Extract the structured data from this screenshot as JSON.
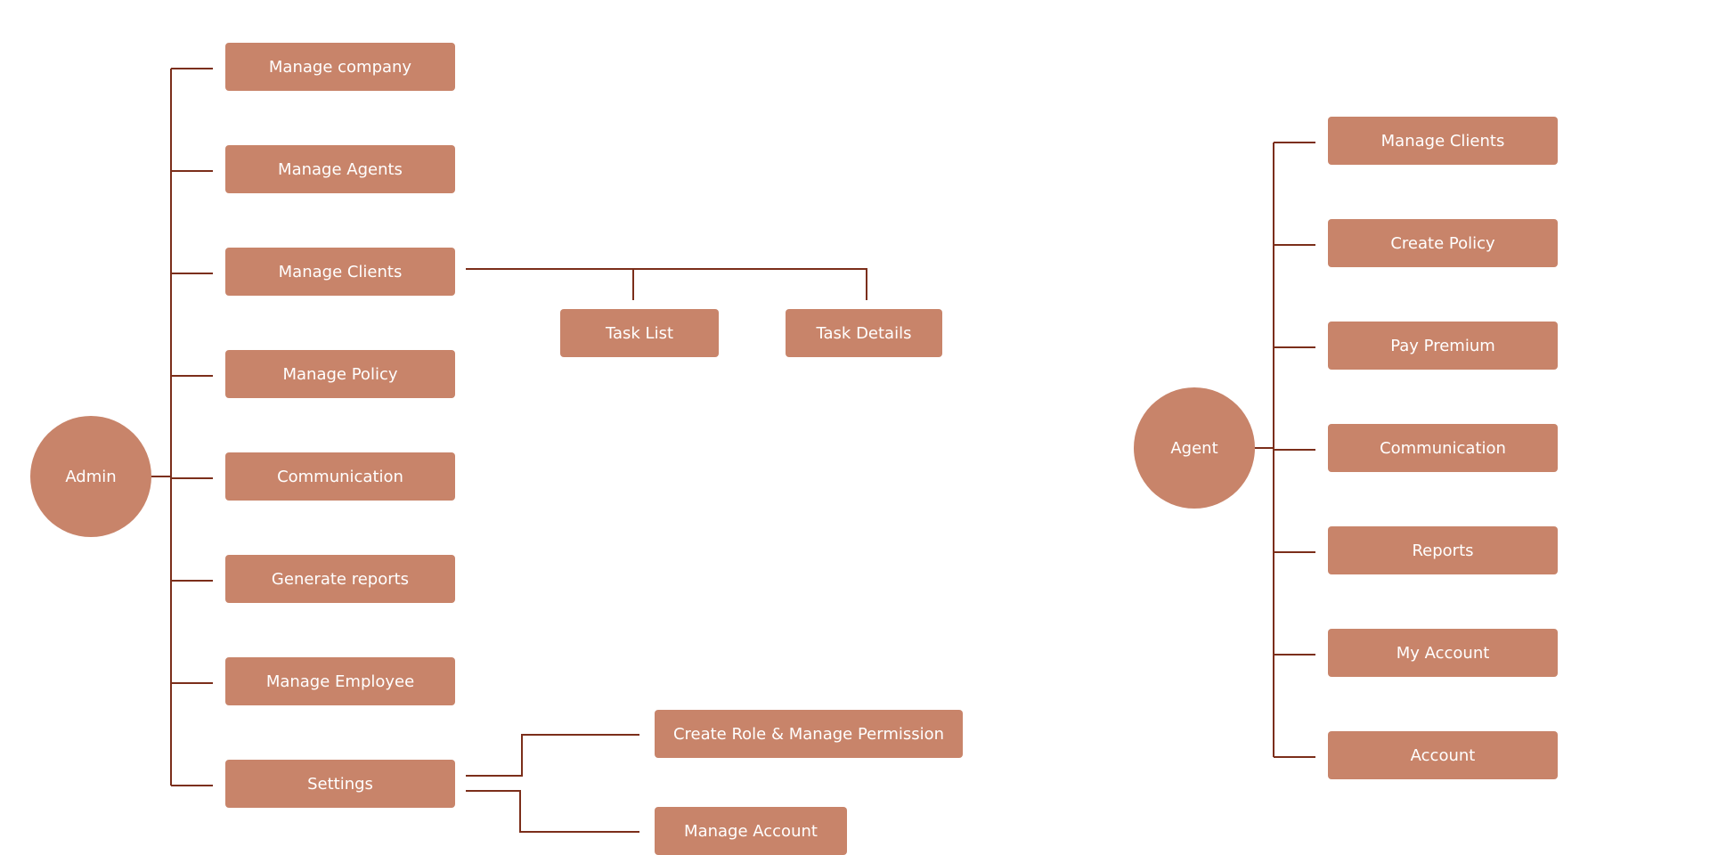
{
  "colors": {
    "node": "#c8846a",
    "connector": "#7b2e1a"
  },
  "admin": {
    "label": "Admin",
    "items": [
      "Manage company",
      "Manage Agents",
      "Manage Clients",
      "Manage Policy",
      "Communication",
      "Generate reports",
      "Manage Employee",
      "Settings"
    ]
  },
  "clients_children": [
    "Task List",
    "Task Details"
  ],
  "settings_children": [
    "Create Role & Manage Permission",
    "Manage Account"
  ],
  "agent": {
    "label": "Agent",
    "items": [
      "Manage Clients",
      "Create Policy",
      "Pay Premium",
      "Communication",
      "Reports",
      "My Account",
      "Account"
    ]
  }
}
